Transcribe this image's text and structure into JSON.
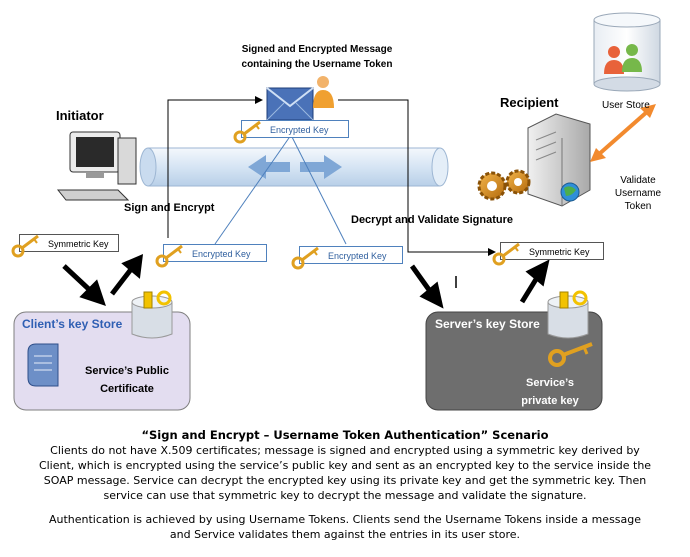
{
  "diagram": {
    "message_title_line1": "Signed and Encrypted Message",
    "message_title_line2": "containing the Username Token",
    "initiator_label": "Initiator",
    "recipient_label": "Recipient",
    "user_store_label": "User Store",
    "validate_label_line1": "Validate Username",
    "validate_label_line2": "Token",
    "sign_encrypt_label": "Sign and Encrypt",
    "decrypt_validate_label": "Decrypt and Validate Signature",
    "message_key_label": "Encrypted Key",
    "client_symmetric_key_label": "Symmetric Key",
    "client_encrypted_key_label": "Encrypted Key",
    "server_encrypted_key_label": "Encrypted Key",
    "server_symmetric_key_label": "Symmetric Key",
    "client_store": {
      "title": "Client’s key Store",
      "cert_line1": "Service’s Public",
      "cert_line2": "Certificate"
    },
    "server_store": {
      "title": "Server’s key Store",
      "key_line1": "Service’s",
      "key_line2": "private key"
    },
    "stray_mark": "I",
    "colors": {
      "pipe": "#dce9f6",
      "pipe_arrows": "#7fa7d6",
      "client_store_bg": "#e3ddf0",
      "server_store_bg": "#6e6e6e",
      "key_gold": "#e0a020",
      "validate_arrow": "#f28a2e"
    }
  },
  "caption": {
    "title": "“Sign and Encrypt – Username Token Authentication” Scenario",
    "para1_line1": "Clients do not have X.509 certificates; message is signed and encrypted using a symmetric key derived by",
    "para1_line2": "Client, which is encrypted using the service’s public key and sent as an encrypted key to the service inside the",
    "para1_line3": "SOAP message. Service can decrypt the encrypted key using its private key and get the symmetric key. Then",
    "para1_line4": "service can use that symmetric key to decrypt the message and validate the signature.",
    "para2_line1": "Authentication is achieved by using Username Tokens. Clients send the Username Tokens inside a message",
    "para2_line2": "and Service validates them against the entries in its user store."
  }
}
